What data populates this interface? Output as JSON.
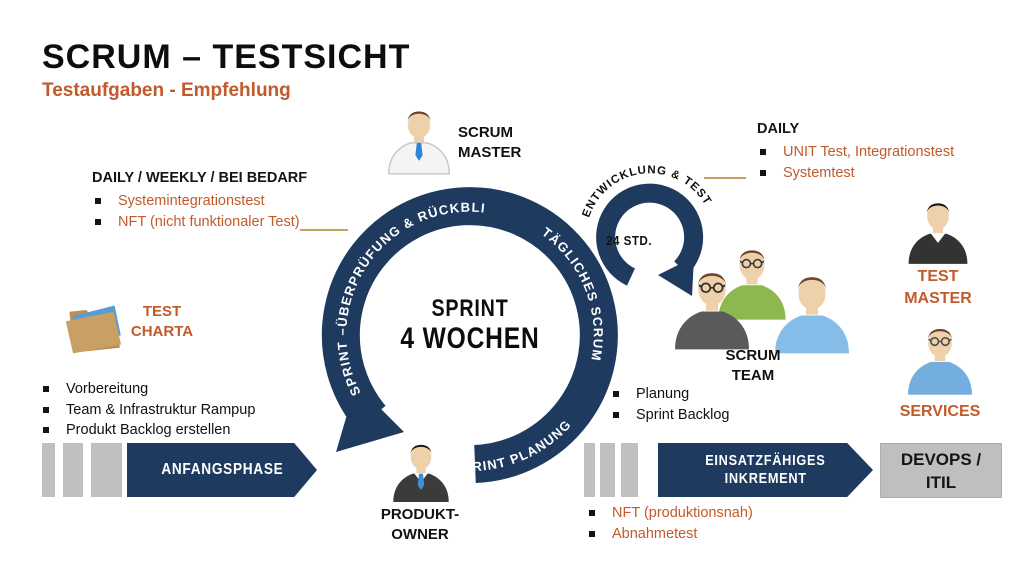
{
  "colors": {
    "navy": "#1E3A5F",
    "accent_orange": "#C25A2B",
    "gray": "#BFBFBF",
    "tan": "#C9A063"
  },
  "header": {
    "title": "SCRUM – TESTSICHT",
    "subtitle": "Testaufgaben - Empfehlung"
  },
  "cycle": {
    "arc_review": "SPRINT –ÜBERPRÜFUNG & RÜCKBLICK",
    "arc_daily_scrum": "TÄGLICHES SCRUM",
    "arc_planning": "SPRINT PLANUNG",
    "center_line1": "SPRINT",
    "center_line2": "4 WOCHEN",
    "mini_loop_label": "ENTWICKLUNG & TEST",
    "mini_loop_duration": "24 STD."
  },
  "roles": {
    "scrum_master": {
      "line1": "SCRUM",
      "line2": "MASTER"
    },
    "produkt_owner": {
      "line1": "PRODUKT-",
      "line2": "OWNER"
    },
    "scrum_team": {
      "line1": "SCRUM",
      "line2": "TEAM"
    },
    "test_master": {
      "line1": "TEST",
      "line2": "MASTER"
    },
    "services": {
      "label": "SERVICES"
    },
    "test_charta": {
      "line1": "TEST",
      "line2": "CHARTA"
    }
  },
  "callouts": {
    "daily_weekly": {
      "title": "DAILY / WEEKLY / BEI BEDARF",
      "items": [
        "Systemintegrationstest",
        "NFT (nicht funktionaler Test)"
      ]
    },
    "daily": {
      "title": "DAILY",
      "items": [
        "UNIT Test, Integrationstest",
        "Systemtest"
      ]
    },
    "preparation": {
      "items": [
        "Vorbereitung",
        "Team & Infrastruktur Rampup",
        "Produkt Backlog erstellen"
      ]
    },
    "planning": {
      "items": [
        "Planung",
        "Sprint Backlog"
      ]
    },
    "increment_tests": {
      "items": [
        "NFT (produktionsnah)",
        "Abnahmetest"
      ]
    }
  },
  "phases": {
    "anfangsphase": "ANFANGSPHASE",
    "increment_line1": "EINSATZFÄHIGES",
    "increment_line2": "INKREMENT",
    "devops_line1": "DEVOPS /",
    "devops_line2": "ITIL"
  }
}
